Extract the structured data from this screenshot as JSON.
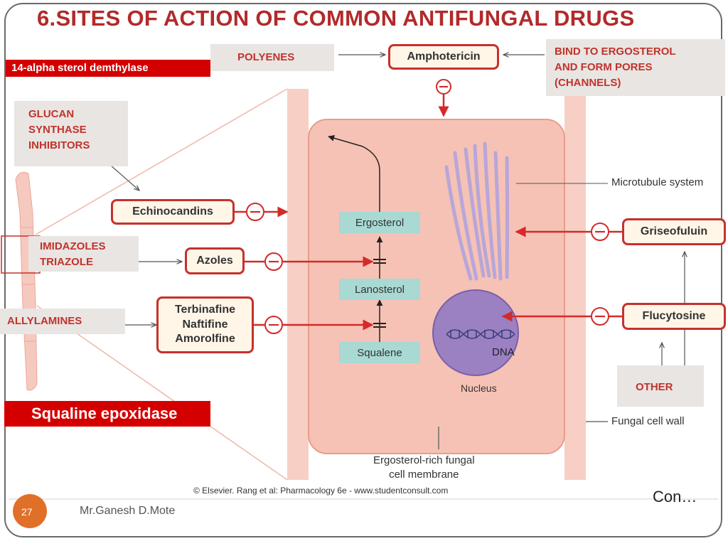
{
  "title": "6.SITES OF ACTION OF COMMON ANTIFUNGAL DRUGS",
  "enzyme_labels": {
    "demethylase": "14-alpha sterol demthylase",
    "epoxidase": "Squaline epoxidase"
  },
  "classes": {
    "polyenes": "POLYENES",
    "glucan_l1": "GLUCAN",
    "glucan_l2": "SYNTHASE",
    "glucan_l3": "INHIBITORS",
    "azoles_l1": "IMIDAZOLES",
    "azoles_l2": "TRIAZOLE",
    "allylamines": "ALLYLAMINES",
    "other": "OTHER"
  },
  "mechanism": {
    "line1": "BIND TO ERGOSTEROL",
    "line2": "AND FORM PORES",
    "line3": "(CHANNELS)"
  },
  "drugs": {
    "amphotericin": "Amphotericin",
    "echinocandins": "Echinocandins",
    "azoles": "Azoles",
    "terbinafine": "Terbinafine",
    "naftifine": "Naftifine",
    "amorolfine": "Amorolfine",
    "griseofulvin": "Griseofuluin",
    "flucytosine": "Flucytosine"
  },
  "pathway": {
    "ergosterol": "Ergosterol",
    "lanosterol": "Lanosterol",
    "squalene": "Squalene"
  },
  "annotations": {
    "microtubule": "Microtubule system",
    "dna": "DNA",
    "nucleus": "Nucleus",
    "cell_wall": "Fungal cell wall",
    "membrane_l1": "Ergosterol-rich fungal",
    "membrane_l2": "cell membrane"
  },
  "footer": {
    "credit": "© Elsevier. Rang et al: Pharmacology 6e - www.studentconsult.com",
    "author": "Mr.Ganesh D.Mote",
    "page_number": "27",
    "continued": "Con…"
  },
  "colors": {
    "title": "#b22a2a",
    "red_tag": "#d40000",
    "drug_border": "#c5312d",
    "cell": "#f8c8bd",
    "nucleus": "#9b80c2",
    "pathway_box": "#a9d9d3",
    "page_badge": "#e07028"
  }
}
